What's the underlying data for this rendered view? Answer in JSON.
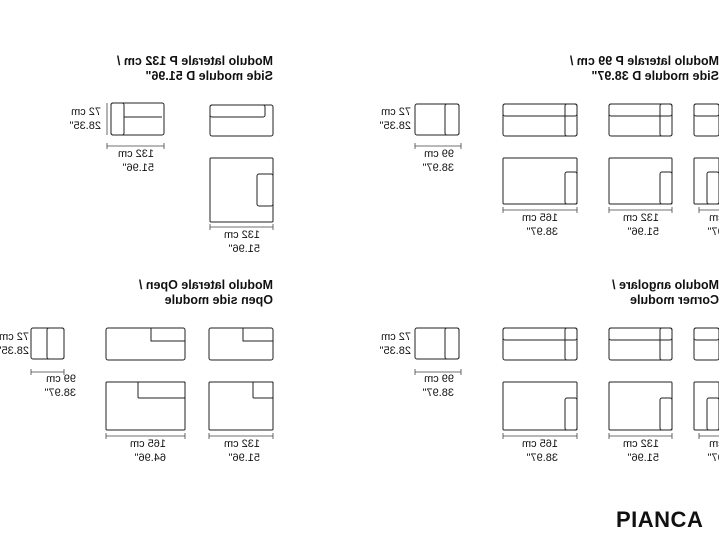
{
  "brand": "PIANCA",
  "sections": [
    {
      "title_line1": "Modulo laterale P 132 cm /",
      "title_line2": "Side module D 51.96\""
    },
    {
      "title_line1": "Modulo laterale P 99 cm /",
      "title_line2": "Side module D 38.97\""
    },
    {
      "title_line1": "Modulo laterale Open /",
      "title_line2": "Open side module"
    },
    {
      "title_line1": "Modulo angolare /",
      "title_line2": "Corner module"
    }
  ],
  "dims": {
    "h72_cm": "72 cm",
    "h72_in": "28.35\"",
    "w132_cm": "132 cm",
    "w132_in": "51.96\"",
    "w99_cm": "99 cm",
    "w99_in": "38.97\"",
    "w165_cm": "165 cm",
    "w165_in_a": "38.97\"",
    "w165_in_b": "64.96\""
  }
}
